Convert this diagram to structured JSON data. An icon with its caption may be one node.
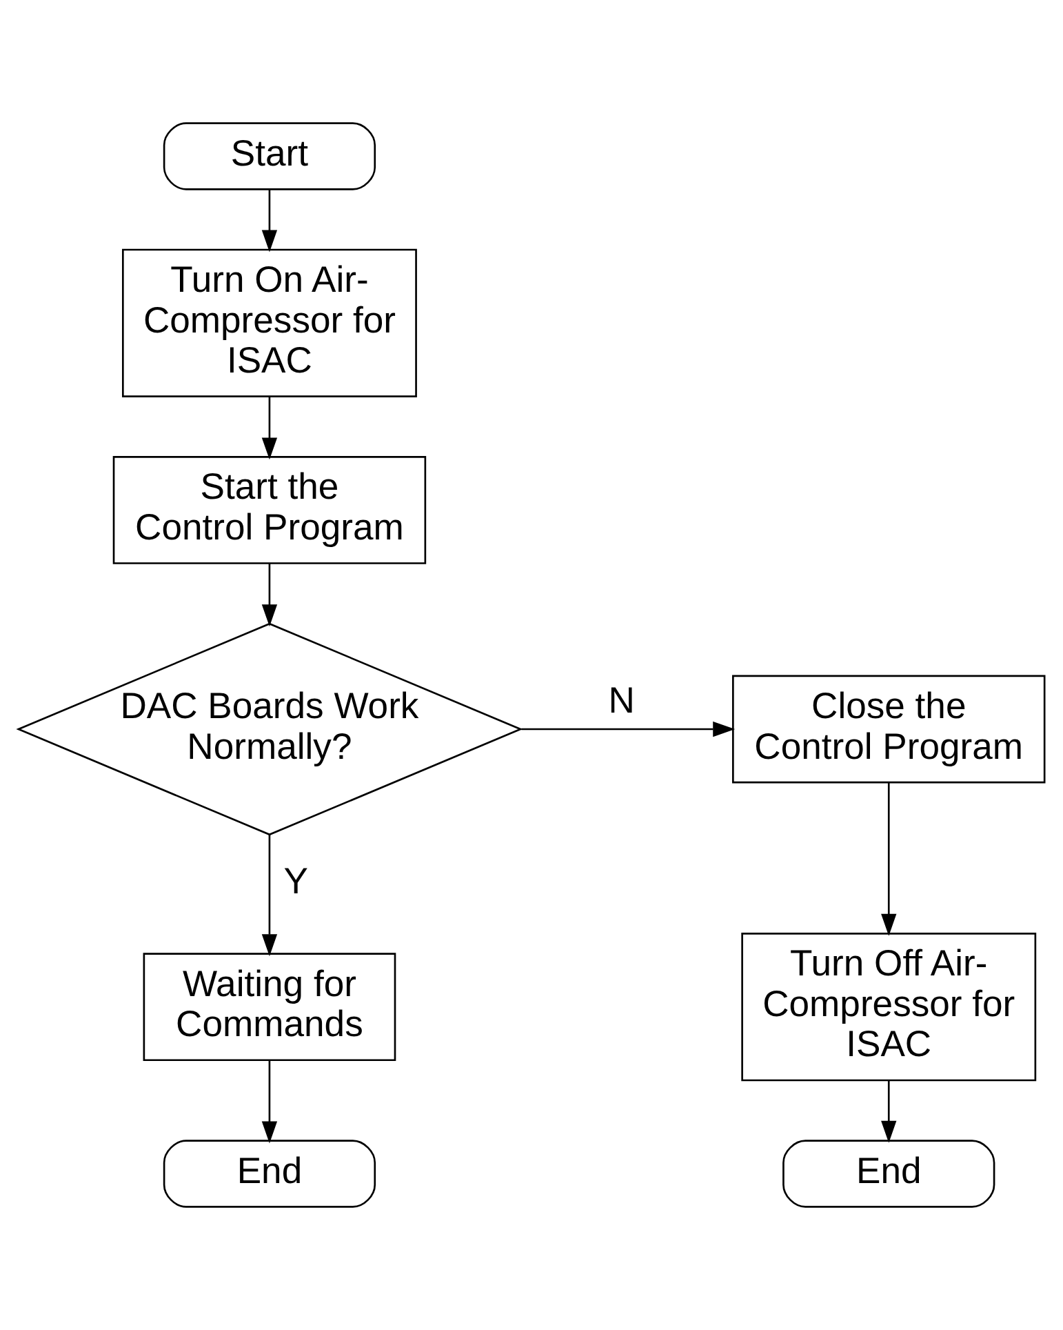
{
  "diagram": {
    "nodes": [
      {
        "text": [
          "Start"
        ]
      },
      {
        "text": [
          "Turn On Air-Compressor for ISAC"
        ]
      },
      {
        "text": [
          "Start the Control Program"
        ]
      },
      {
        "text": [
          "DAC Boards Work Normally?"
        ]
      },
      {
        "text": [
          "Close the Control Program"
        ]
      },
      {
        "text": [
          "Waiting for Commands"
        ]
      },
      {
        "text": [
          "Turn Off Air-Compressor for ISAC"
        ]
      },
      {
        "text": [
          "End"
        ]
      },
      {
        "text": [
          "End"
        ]
      }
    ],
    "edges": [
      {
        "from": 0,
        "to": 1,
        "arrow": "to"
      },
      {
        "from": 1,
        "to": 2,
        "arrow": "to"
      },
      {
        "from": 2,
        "to": 3,
        "arrow": "to"
      },
      {
        "from": 3,
        "to": 4,
        "arrow": "to",
        "label": "N"
      },
      {
        "from": 3,
        "to": 5,
        "arrow": "to",
        "label": "Y"
      },
      {
        "from": 4,
        "to": 6,
        "arrow": "to"
      },
      {
        "from": 5,
        "to": 7,
        "arrow": "to"
      },
      {
        "from": 6,
        "to": 8,
        "arrow": "to"
      }
    ]
  }
}
